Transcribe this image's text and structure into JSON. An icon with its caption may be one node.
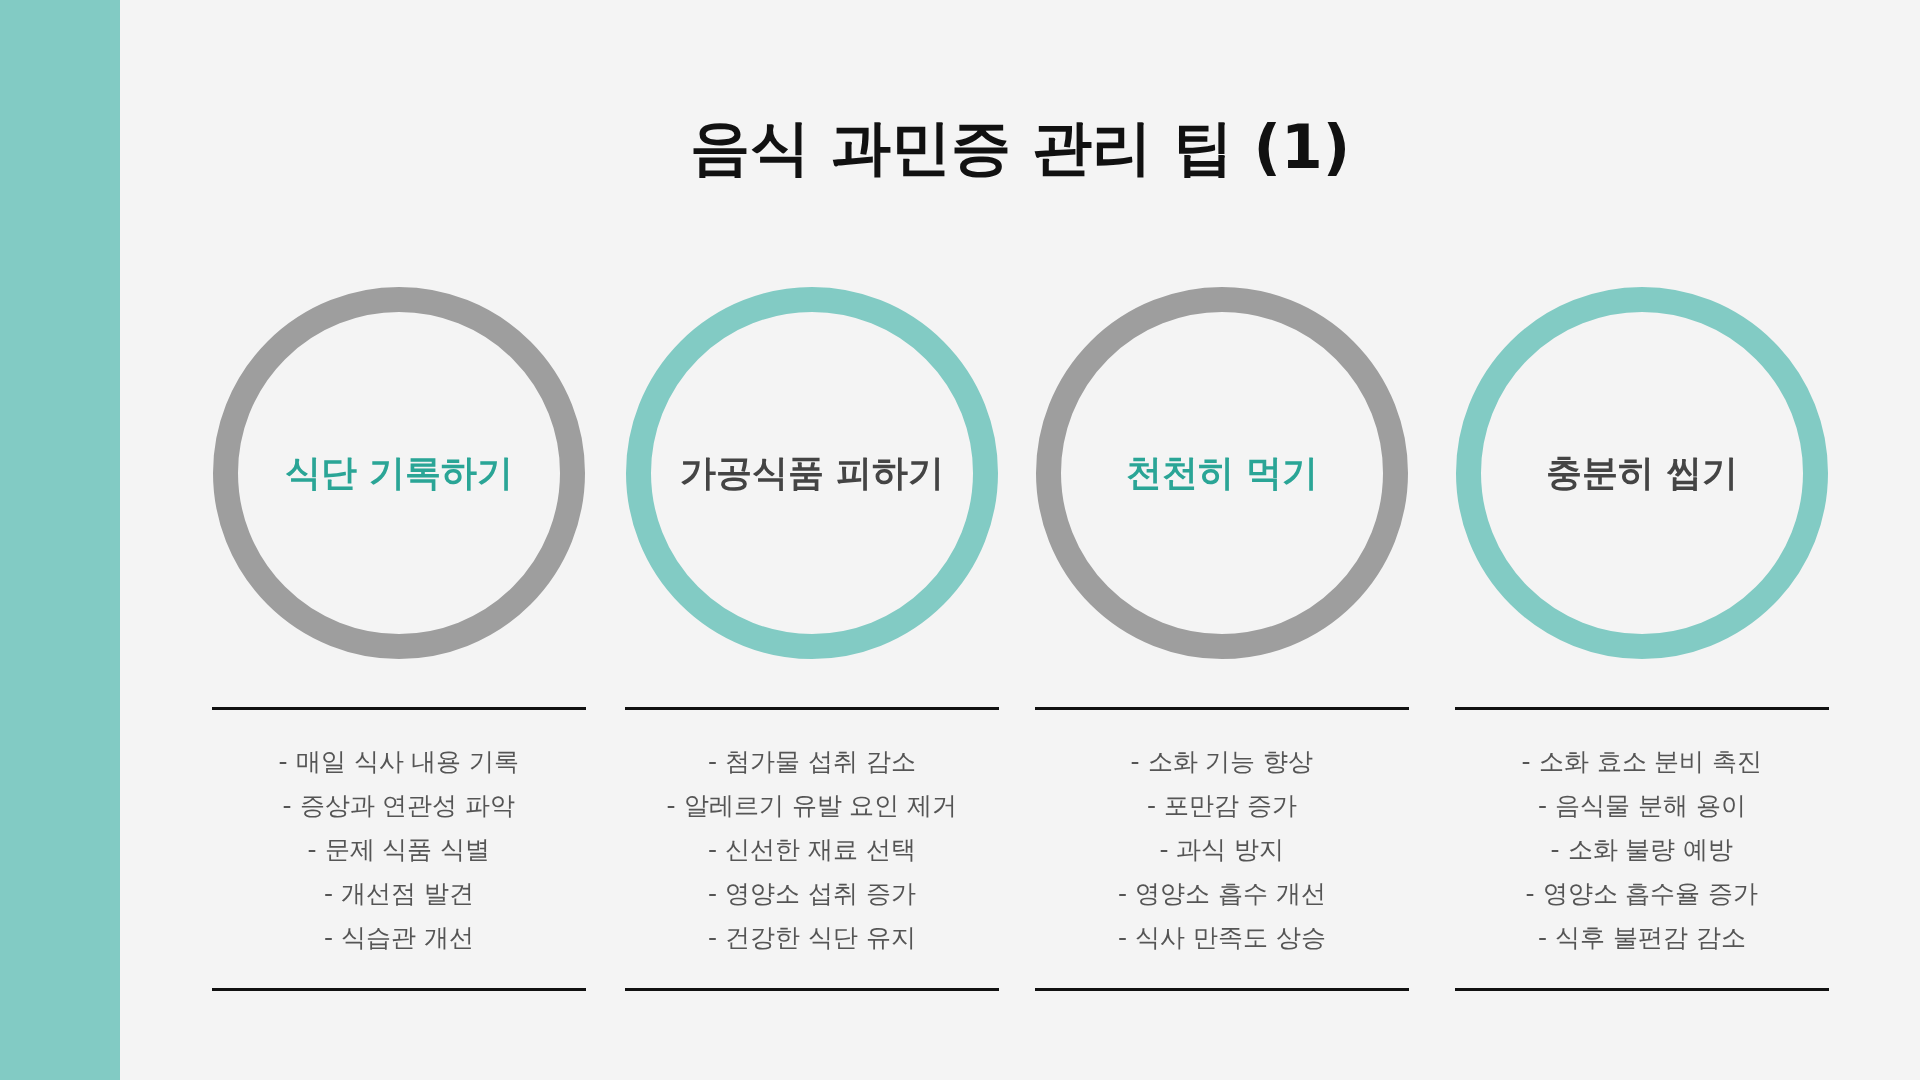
{
  "diagram": {
    "title": "음식 과민증 관리 팁 (1)",
    "nodes": [
      {
        "text": [
          "식단 기록하기"
        ],
        "beside": [
          "- 매일 식사 내용 기록",
          "- 증상과 연관성 파악",
          "- 문제 식품 식별",
          "- 개선점 발견",
          "- 식습관 개선"
        ]
      },
      {
        "text": [
          "가공식품 피하기"
        ],
        "beside": [
          "- 첨가물 섭취 감소",
          "- 알레르기 유발 요인 제거",
          "- 신선한 재료 선택",
          "- 영양소 섭취 증가",
          "- 건강한 식단 유지"
        ]
      },
      {
        "text": [
          "천천히 먹기"
        ],
        "beside": [
          "- 소화 기능 향상",
          "- 포만감 증가",
          "- 과식 방지",
          "- 영양소 흡수 개선",
          "- 식사 만족도 상승"
        ]
      },
      {
        "text": [
          "충분히 씹기"
        ],
        "beside": [
          "- 소화 효소 분비 촉진",
          "- 음식물 분해 용이",
          "- 소화 불량 예방",
          "- 영양소 흡수율 증가",
          "- 식후 불편감 감소"
        ]
      },
      {
        "text": [],
        "shape": "bar"
      }
    ]
  }
}
